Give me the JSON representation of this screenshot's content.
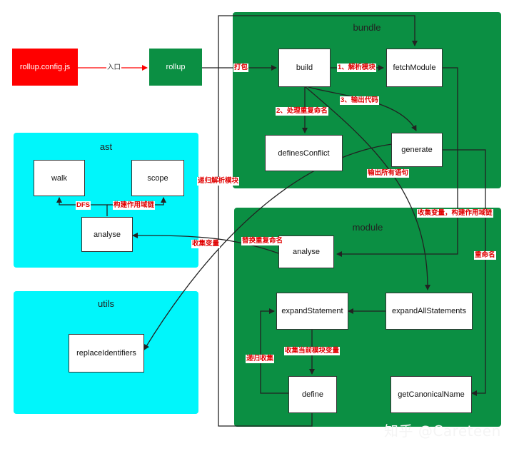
{
  "panels": {
    "bundle": "bundle",
    "ast": "ast",
    "module": "module",
    "utils": "utils"
  },
  "nodes": {
    "rollup_config": "rollup.config.js",
    "rollup": "rollup",
    "build": "build",
    "fetch_module": "fetchModule",
    "defines_conflict": "definesConflict",
    "generate": "generate",
    "walk": "walk",
    "scope": "scope",
    "analyse_ast": "analyse",
    "analyse_module": "analyse",
    "expand_statement": "expandStatement",
    "expand_all_statements": "expandAllStatements",
    "define": "define",
    "get_canonical_name": "getCanonicalName",
    "replace_identifiers": "replaceIdentifiers"
  },
  "edge_labels": {
    "entry": "入口",
    "pack": "打包",
    "parse_module": "1、解析模块",
    "handle_rename": "2、处理重复命名",
    "output_code": "3、输出代码",
    "recursive_parse": "递归解析模块",
    "output_all": "输出所有语句",
    "collect_vars_scope": "收集变量，构建作用域链",
    "collect_vars": "收集变量",
    "replace_rename": "替换重复命名",
    "rename": "重命名",
    "dfs": "DFS",
    "build_scope": "构建作用域链",
    "collect_current": "收集当前模块变量",
    "recursive_collect": "递归收集"
  },
  "watermark": "知乎 @Careteen",
  "colors": {
    "green_panel": "#0b8f43",
    "cyan_panel": "#00f6fb",
    "red_node": "#ff0000",
    "label_red": "#e00000"
  }
}
